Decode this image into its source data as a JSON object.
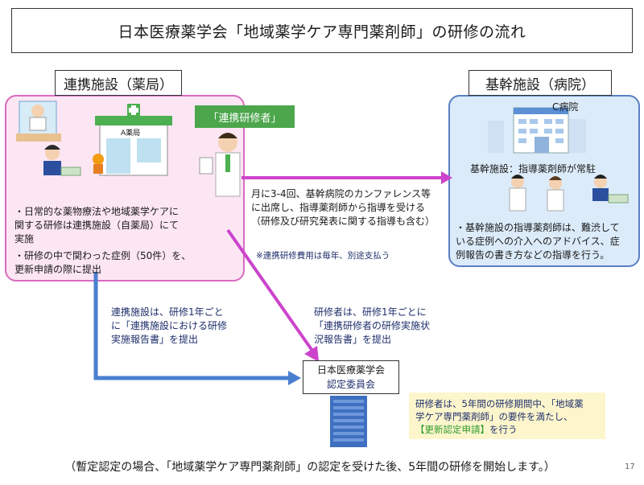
{
  "title": "日本医療薬学会「地域薬学ケア専門薬剤師」の研修の流れ",
  "left_label": "連携施設（薬局）",
  "right_label": "基幹施設（病院）",
  "green_tag": "「連携研修者」",
  "pharmacy_sign": "A薬局",
  "hospital_sign": "C病院",
  "left_panel": {
    "bullet1": [
      "・日常的な薬物療法や地域薬学ケアに",
      "関する研修は連携施設（自薬局）にて",
      "実施"
    ],
    "bullet2": [
      "・研修の中で関わった症例（50件）を、",
      "更新申請の際に提出"
    ]
  },
  "arrow_text": [
    "月に3-4回、基幹病院のカンファレンス等",
    "に出席し、指導薬剤師から指導を受ける",
    "（研修及び研究発表に関する指導も含む）"
  ],
  "fee_note": "※連携研修費用は毎年、別途支払う",
  "right_panel": {
    "subtitle": "基幹施設：指導薬剤師が常駐",
    "body": [
      "・基幹施設の指導薬剤師は、難渋して",
      "いる症例への介入へのアドバイス、症",
      "例報告の書き方などの指導を行う。"
    ]
  },
  "facility_report": [
    "連携施設は、研修1年ごと",
    "に「連携施設における研修",
    "実施報告書」を提出"
  ],
  "trainee_report": [
    "研修者は、研修1年ごとに",
    "「連携研修者の研修実施状",
    "況報告書」を提出"
  ],
  "association": {
    "line1": "日本医療薬学会",
    "line2": "認定委員会"
  },
  "yellow_box": {
    "line1": "研修者は、5年間の研修期間中、「地域薬",
    "line2": "学ケア専門薬剤師」の要件を満たし、",
    "line3_highlight": "【更新認定申請】",
    "line3_rest": "を行う"
  },
  "footer": "（暫定認定の場合、「地域薬学ケア専門薬剤師」の認定を受けた後、5年間の研修を開始します。）",
  "page_number": "17",
  "colors": {
    "pink_panel": "#fde6f4",
    "blue_panel": "#dcebfa",
    "magenta_arrow": "#cc44cc",
    "blue_arrow": "#4a7fd0",
    "green": "#4ca64c"
  }
}
